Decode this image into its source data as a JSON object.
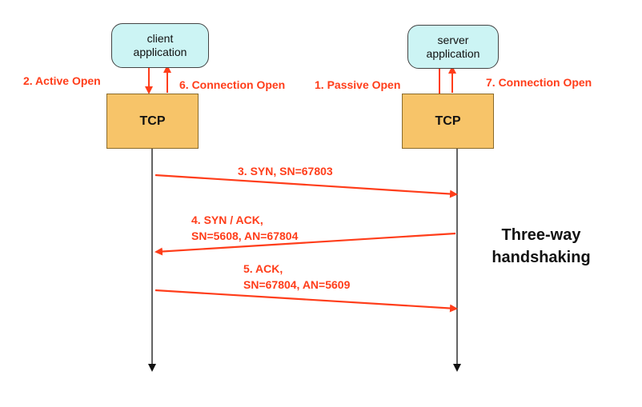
{
  "client": {
    "app_line1": "client",
    "app_line2": "application",
    "tcp": "TCP"
  },
  "server": {
    "app_line1": "server",
    "app_line2": "application",
    "tcp": "TCP"
  },
  "labels": {
    "active_open": "2. Active Open",
    "connection_open_client": "6. Connection Open",
    "passive_open": "1. Passive Open",
    "connection_open_server": "7. Connection Open"
  },
  "messages": {
    "syn": "3. SYN, SN=67803",
    "syn_ack_line1": "4. SYN / ACK,",
    "syn_ack_line2": "SN=5608, AN=67804",
    "ack_line1": "5. ACK,",
    "ack_line2": "SN=67804, AN=5609"
  },
  "caption": {
    "line1": "Three-way",
    "line2": "handshaking"
  },
  "colors": {
    "arrow": "#ff3d1a",
    "app_fill": "#ccf4f4",
    "tcp_fill": "#f7c469",
    "line": "#111111"
  }
}
